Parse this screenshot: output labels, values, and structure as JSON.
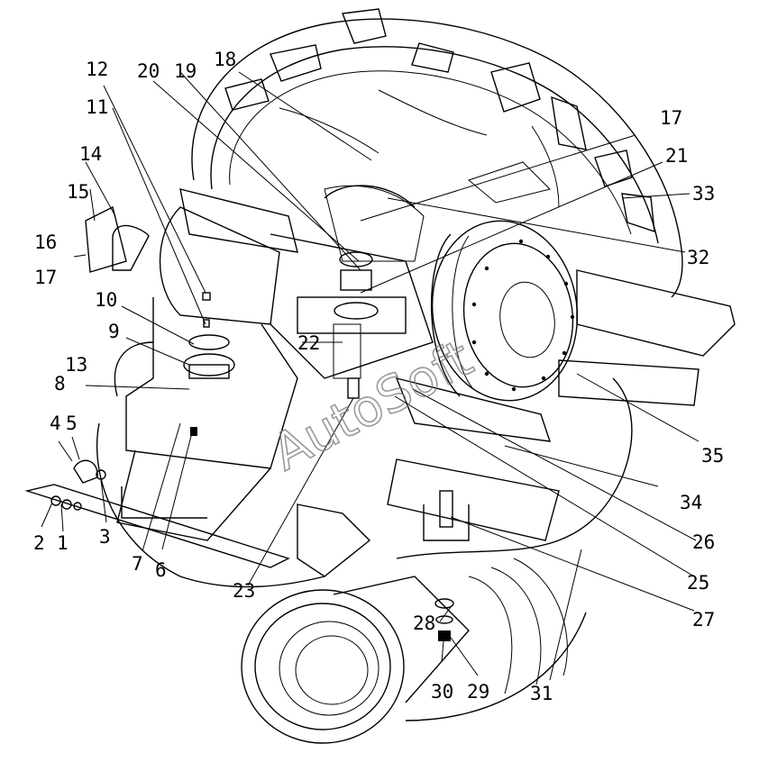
{
  "diagram": {
    "watermark": "AutoSoft",
    "callouts": [
      "1",
      "2",
      "3",
      "4",
      "5",
      "6",
      "7",
      "8",
      "9",
      "10",
      "11",
      "12",
      "13",
      "14",
      "15",
      "16",
      "17",
      "18",
      "19",
      "20",
      "21",
      "22",
      "23",
      "25",
      "26",
      "27",
      "28",
      "29",
      "30",
      "31",
      "32",
      "33",
      "34",
      "35"
    ]
  }
}
